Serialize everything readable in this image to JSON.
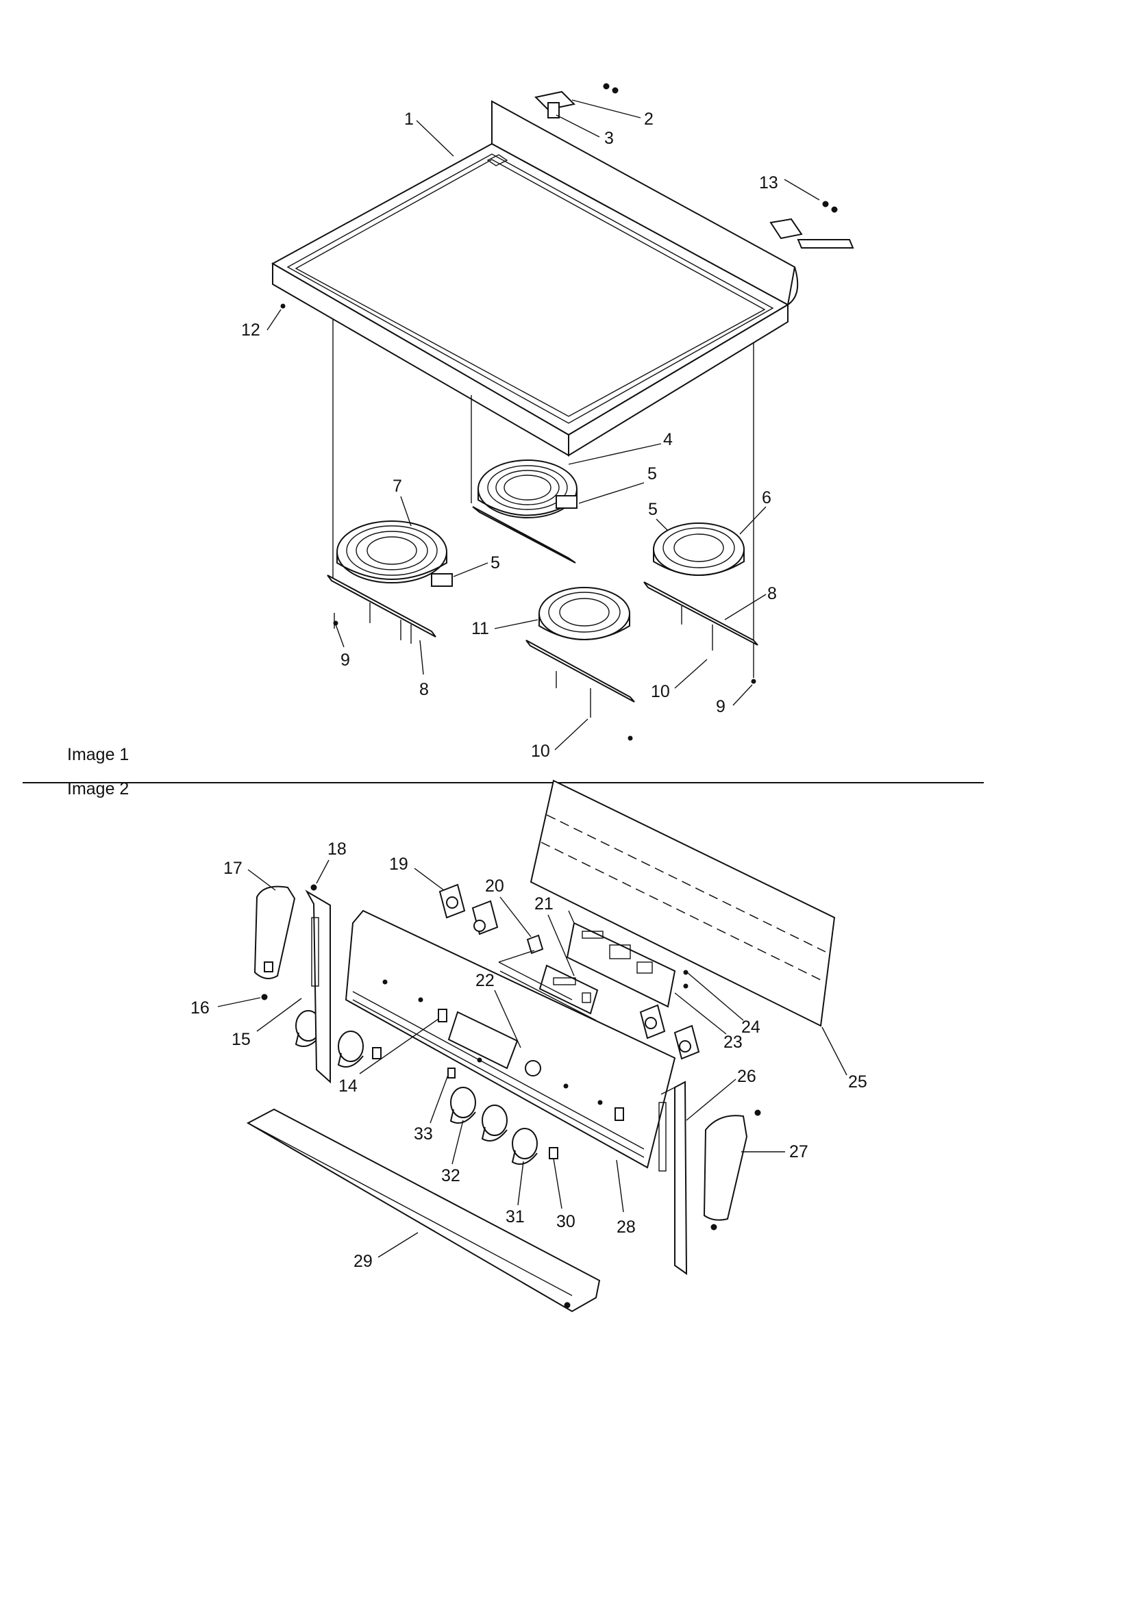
{
  "sections": [
    {
      "label": "Image 1"
    },
    {
      "label": "Image 2"
    }
  ],
  "image1": {
    "callouts": [
      "1",
      "2",
      "3",
      "13",
      "12",
      "4",
      "5",
      "7",
      "5",
      "6",
      "8",
      "11",
      "9",
      "8",
      "10",
      "9",
      "10"
    ]
  },
  "image2": {
    "callouts": [
      "18",
      "17",
      "19",
      "20",
      "21",
      "22",
      "16",
      "15",
      "14",
      "24",
      "23",
      "25",
      "26",
      "27",
      "33",
      "32",
      "31",
      "30",
      "28",
      "29"
    ]
  }
}
